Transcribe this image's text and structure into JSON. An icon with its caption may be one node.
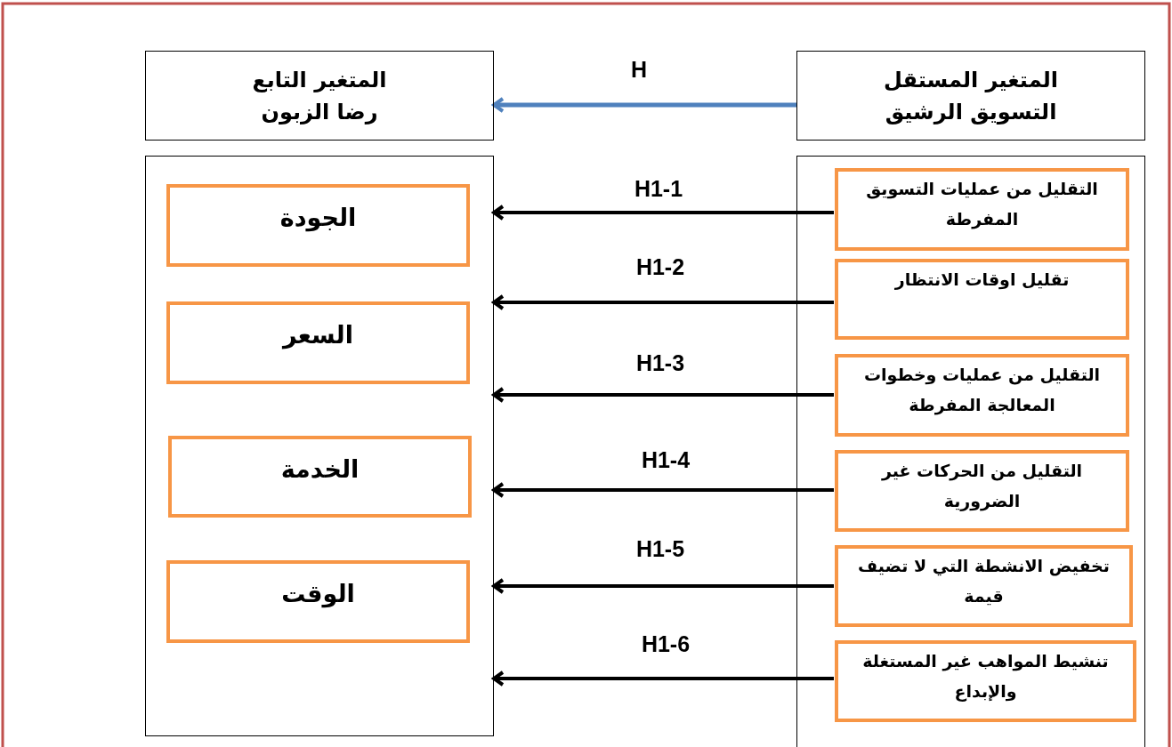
{
  "diagram": {
    "nodes": [
      {
        "text": [
          "المتغير المستقل",
          "التسويق الرشيق"
        ]
      },
      {
        "text": [
          "المتغير التابع",
          "رضا الزبون"
        ]
      },
      {
        "text": [],
        "shape": "box"
      },
      {
        "text": [
          "التقليل من عمليات التسويق المفرطة"
        ],
        "in": 2
      },
      {
        "text": [
          "تقليل اوقات الانتظار"
        ],
        "in": 2
      },
      {
        "text": [
          "التقليل من عمليات وخطوات المعالجة المفرطة"
        ],
        "in": 2
      },
      {
        "text": [
          "التقليل من الحركات غير الضرورية"
        ],
        "in": 2
      },
      {
        "text": [
          "تخفيض الانشطة التي لا تضيف قيمة"
        ],
        "in": 2
      },
      {
        "text": [
          "تنشيط المواهب غير المستغلة والإبداع"
        ],
        "in": 2
      },
      {
        "text": [],
        "shape": "box"
      },
      {
        "text": [
          "الجودة"
        ],
        "in": 9
      },
      {
        "text": [
          "السعر"
        ],
        "in": 9
      },
      {
        "text": [
          "الخدمة"
        ],
        "in": 9
      },
      {
        "text": [
          "الوقت"
        ],
        "in": 9
      }
    ],
    "edges": [
      {
        "from": 0,
        "to": 1,
        "arrow": "to",
        "label": "H",
        "color": "#4f81bd"
      },
      {
        "from": 3,
        "to": 9,
        "arrow": "to",
        "label": "H1-1"
      },
      {
        "from": 4,
        "to": 9,
        "arrow": "to",
        "label": "H1-2"
      },
      {
        "from": 5,
        "to": 9,
        "arrow": "to",
        "label": "H1-3"
      },
      {
        "from": 6,
        "to": 9,
        "arrow": "to",
        "label": "H1-4"
      },
      {
        "from": 7,
        "to": 9,
        "arrow": "to",
        "label": "H1-5"
      },
      {
        "from": 8,
        "to": 9,
        "arrow": "to",
        "label": "H1-6"
      }
    ]
  }
}
